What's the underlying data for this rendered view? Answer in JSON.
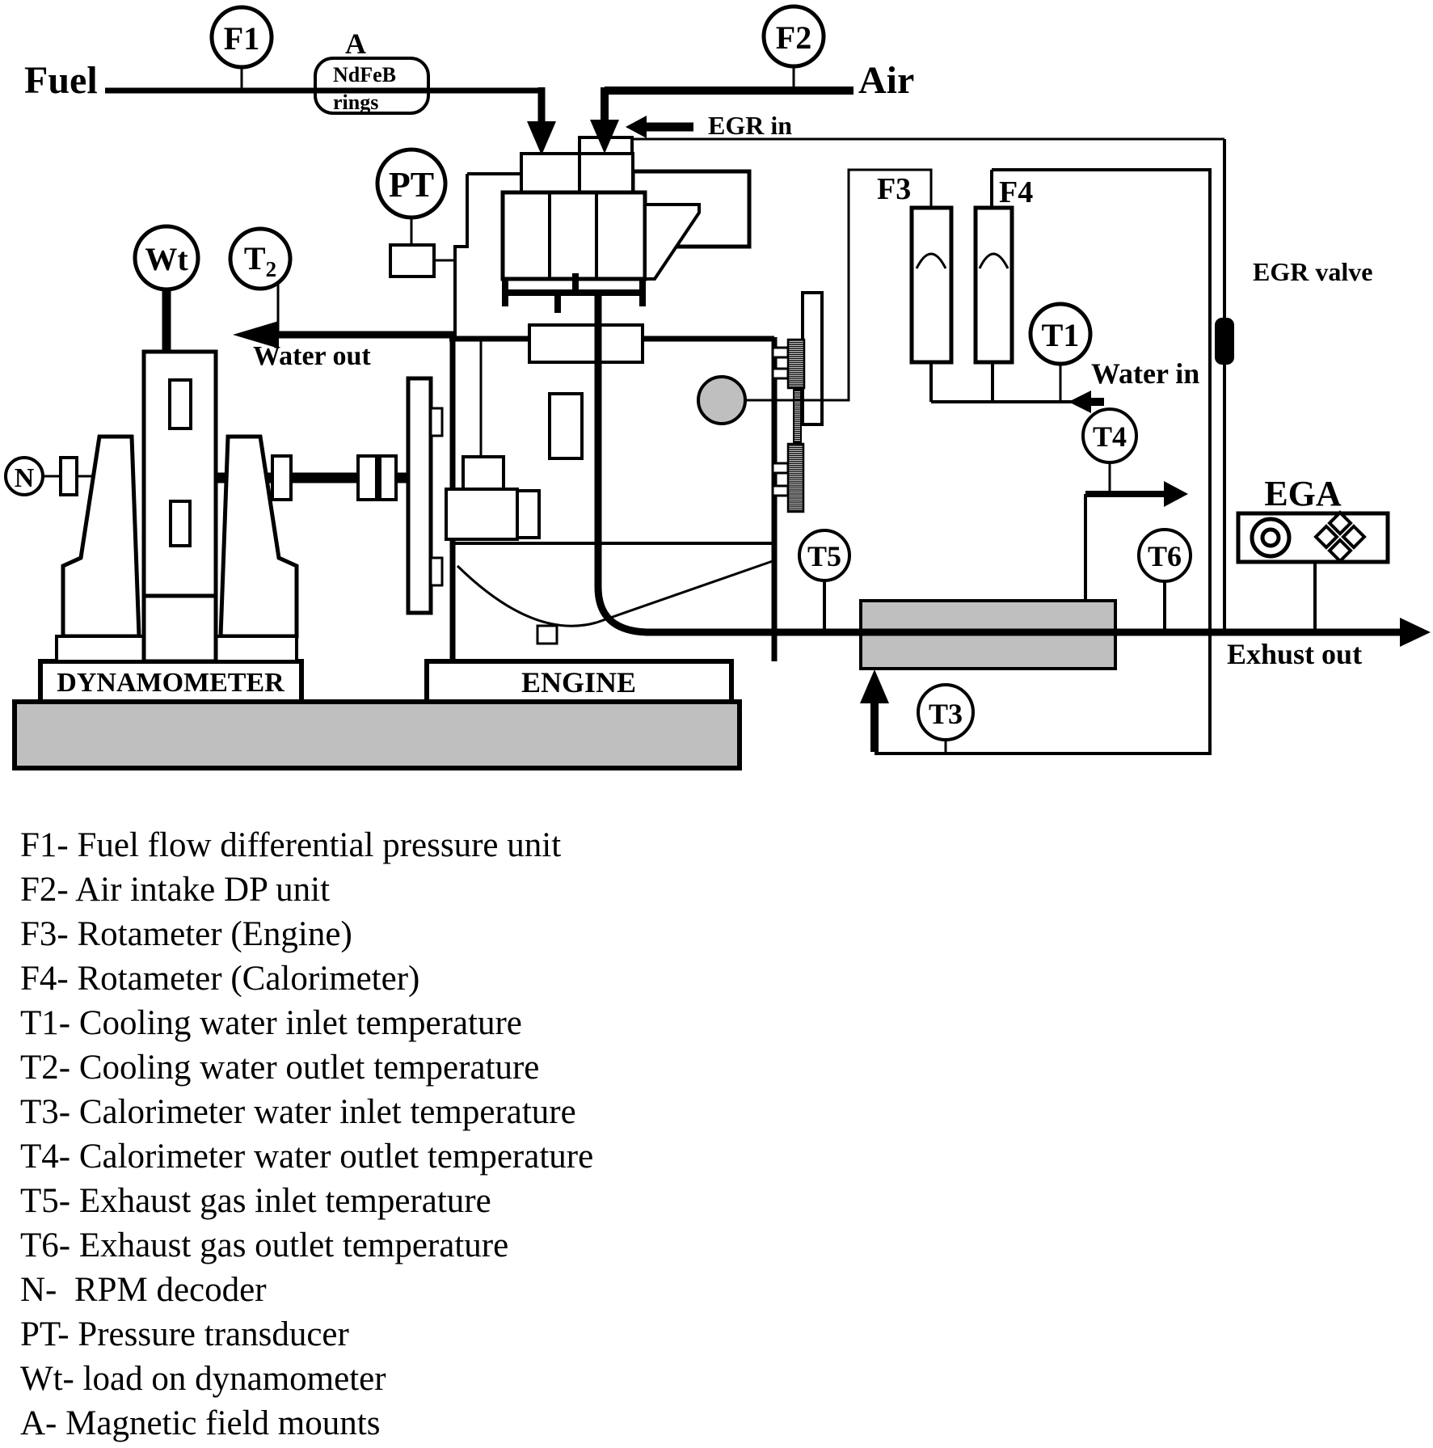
{
  "labels": {
    "fuel": "Fuel",
    "air": "Air",
    "egr_in": "EGR in",
    "egr_valve": "EGR valve",
    "water_out": "Water out",
    "water_in": "Water in",
    "exhaust_out": "Exhust out",
    "ega": "EGA",
    "magnet_tag": "A",
    "magnet_line1": "NdFeB",
    "magnet_line2": "rings",
    "dynamometer": "DYNAMOMETER",
    "engine": "ENGINE"
  },
  "gauges": {
    "f1": "F1",
    "f2": "F2",
    "f3": "F3",
    "f4": "F4",
    "t1": "T1",
    "t2_main": "T",
    "t2_sub": "2",
    "t3": "T3",
    "t4": "T4",
    "t5": "T5",
    "t6": "T6",
    "n": "N",
    "pt": "PT",
    "wt": "Wt"
  },
  "legend": {
    "items": [
      "F1- Fuel flow differential pressure unit",
      "F2- Air intake DP unit",
      "F3- Rotameter (Engine)",
      "F4- Rotameter (Calorimeter)",
      "T1- Cooling water inlet temperature",
      "T2- Cooling water outlet temperature",
      "T3- Calorimeter water inlet temperature",
      "T4- Calorimeter water outlet temperature",
      "T5- Exhaust gas inlet temperature",
      "T6- Exhaust gas outlet temperature",
      "N-  RPM decoder",
      "PT- Pressure transducer",
      "Wt- load on dynamometer",
      "A- Magnetic field mounts"
    ]
  },
  "colors": {
    "ink": "#000000",
    "gray_fill": "#bfbfbf",
    "background": "#ffffff"
  }
}
